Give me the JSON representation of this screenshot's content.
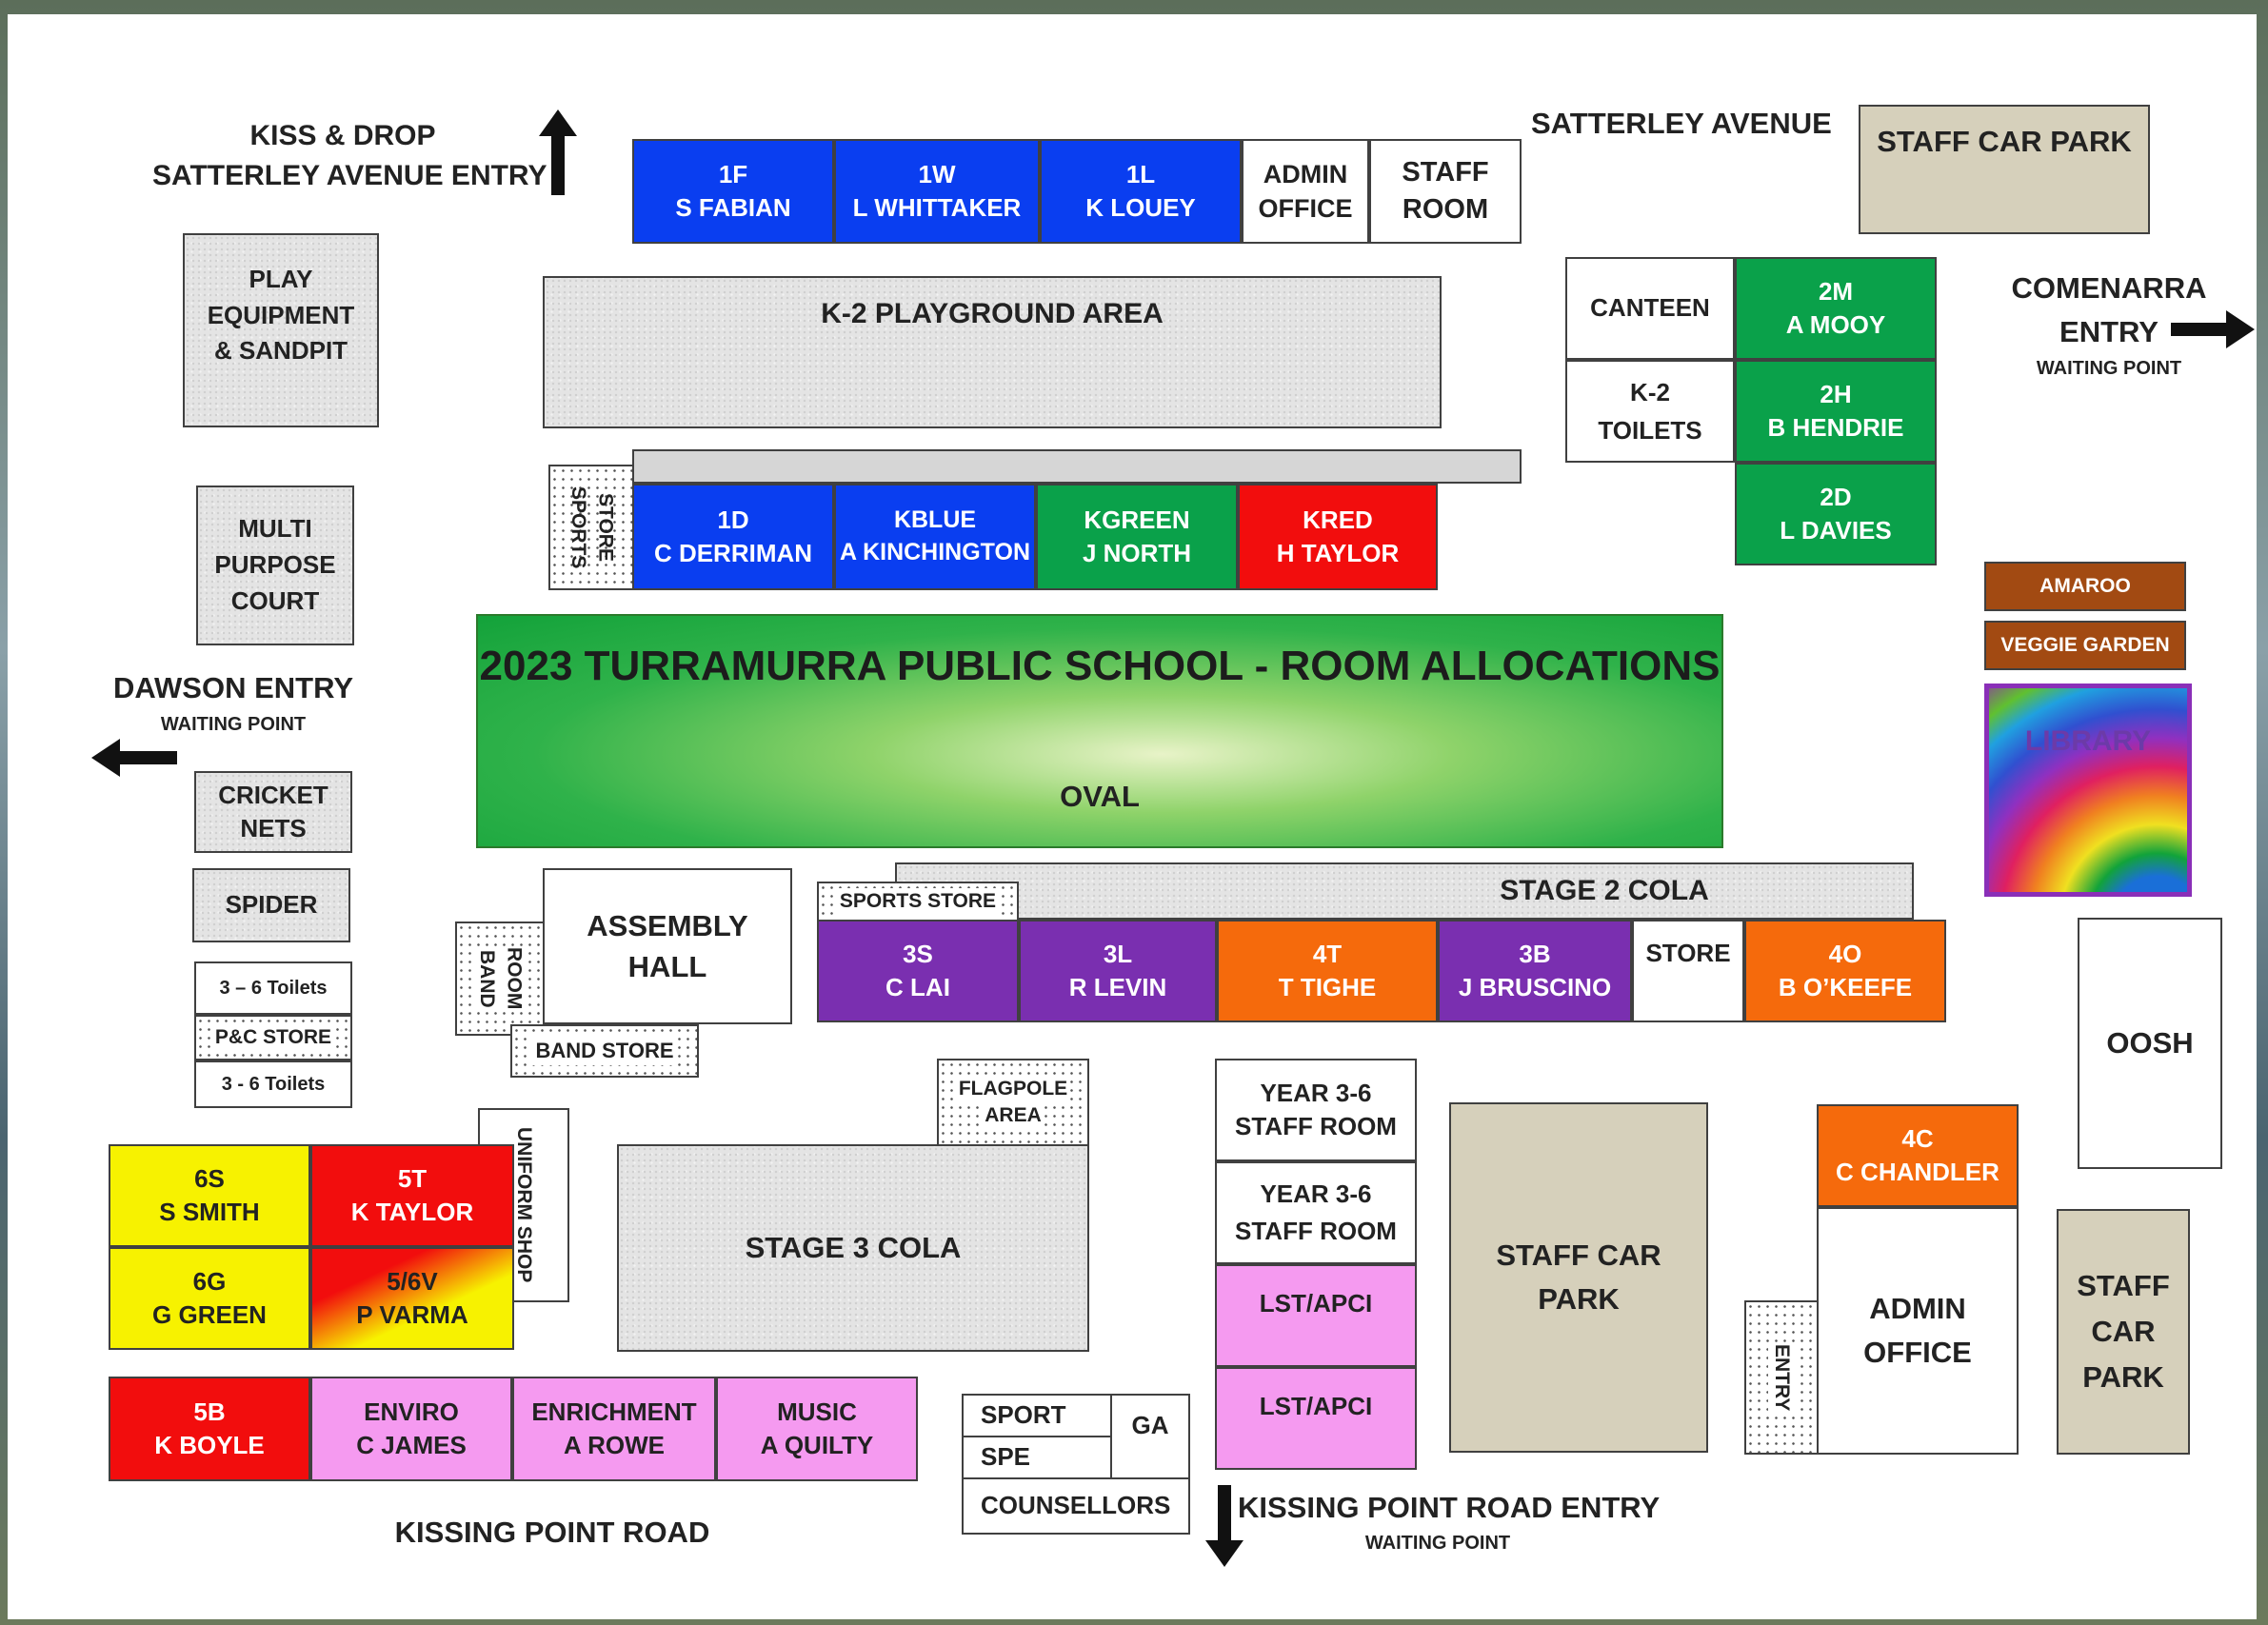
{
  "title": "2023 TURRAMURRA PUBLIC SCHOOL - ROOM ALLOCATIONS",
  "oval": "OVAL",
  "streets": {
    "kiss_drop_1": "KISS & DROP",
    "kiss_drop_2": "SATTERLEY AVENUE ENTRY",
    "satterley": "SATTERLEY AVENUE",
    "comenarra": "COMENARRA",
    "comenarra_entry": "ENTRY",
    "comenarra_wait": "WAITING POINT",
    "dawson": "DAWSON ENTRY",
    "dawson_wait": "WAITING POINT",
    "kissing_road": "KISSING POINT ROAD",
    "kissing_entry": "KISSING POINT ROAD ENTRY",
    "kissing_wait": "WAITING POINT"
  },
  "top_row": [
    {
      "code": "1F",
      "teacher": "S FABIAN"
    },
    {
      "code": "1W",
      "teacher": "L WHITTAKER"
    },
    {
      "code": "1L",
      "teacher": "K LOUEY"
    }
  ],
  "admin_top": [
    "ADMIN",
    "OFFICE"
  ],
  "staff_room_top": [
    "STAFF",
    "ROOM"
  ],
  "staff_car_park_top": "STAFF CAR PARK",
  "play_equipment": [
    "PLAY",
    "EQUIPMENT",
    "& SANDPIT"
  ],
  "k2_playground": "K-2 PLAYGROUND AREA",
  "multi_court": [
    "MULTI",
    "PURPOSE",
    "COURT"
  ],
  "sports_store_v": [
    "SPORTS",
    "STORE"
  ],
  "k_row": [
    {
      "code": "1D",
      "teacher": "C DERRIMAN"
    },
    {
      "code": "KBLUE",
      "teacher": "A KINCHINGTON"
    },
    {
      "code": "KGREEN",
      "teacher": "J NORTH"
    },
    {
      "code": "KRED",
      "teacher": "H TAYLOR"
    }
  ],
  "canteen": "CANTEEN",
  "k2_toilets": [
    "K-2",
    "TOILETS"
  ],
  "grade2": [
    {
      "code": "2M",
      "teacher": "A MOOY"
    },
    {
      "code": "2H",
      "teacher": "B HENDRIE"
    },
    {
      "code": "2D",
      "teacher": "L DAVIES"
    }
  ],
  "amaroo": "AMAROO",
  "veggie": "VEGGIE GARDEN",
  "library": "LIBRARY",
  "cricket_nets": [
    "CRICKET",
    "NETS"
  ],
  "spider": "SPIDER",
  "toilets_36a": "3 – 6 Toilets",
  "pc_store": "P&C STORE",
  "toilets_36b": "3 - 6 Toilets",
  "band_room": [
    "BAND",
    "ROOM"
  ],
  "assembly_hall": [
    "ASSEMBLY",
    "HALL"
  ],
  "band_store": "BAND STORE",
  "sports_store_h": "SPORTS STORE",
  "stage2_cola": "STAGE 2 COLA",
  "stage2_row": [
    {
      "code": "3S",
      "teacher": "C LAI"
    },
    {
      "code": "3L",
      "teacher": "R LEVIN"
    },
    {
      "code": "4T",
      "teacher": "T TIGHE"
    },
    {
      "code": "3B",
      "teacher": "J BRUSCINO"
    }
  ],
  "store": "STORE",
  "room_4o": {
    "code": "4O",
    "teacher": "B O’KEEFE"
  },
  "oosh": "OOSH",
  "flagpole": [
    "FLAGPOLE",
    "AREA"
  ],
  "stage3_cola": "STAGE 3 COLA",
  "uniform_shop": "UNIFORM SHOP",
  "year36_a": [
    "YEAR 3-6",
    "STAFF ROOM"
  ],
  "year36_b": [
    "YEAR 3-6",
    "STAFF ROOM"
  ],
  "lst_a": "LST/APCI",
  "lst_b": "LST/APCI",
  "staff_car_park_mid": [
    "STAFF CAR",
    "PARK"
  ],
  "room_4c": {
    "code": "4C",
    "teacher": "C CHANDLER"
  },
  "admin_bottom": [
    "ADMIN",
    "OFFICE"
  ],
  "entry_v": "ENTRY",
  "staff_car_park_right": [
    "STAFF",
    "CAR",
    "PARK"
  ],
  "grade56": [
    {
      "code": "6S",
      "teacher": "S SMITH"
    },
    {
      "code": "5T",
      "teacher": "K TAYLOR"
    },
    {
      "code": "6G",
      "teacher": "G GREEN"
    },
    {
      "code": "5/6V",
      "teacher": "P VARMA"
    }
  ],
  "bottom_row": [
    {
      "code": "5B",
      "teacher": "K BOYLE"
    },
    {
      "code": "ENVIRO",
      "teacher": "C JAMES"
    },
    {
      "code": "ENRICHMENT",
      "teacher": "A ROWE"
    },
    {
      "code": "MUSIC",
      "teacher": "A QUILTY"
    }
  ],
  "sport": "SPORT",
  "spe": "SPE",
  "ga": "GA",
  "counsellors": "COUNSELLORS",
  "colors": {
    "blue": "#0a3ef0",
    "green": "#0aa14a",
    "red": "#f20d0d",
    "purple": "#7a2fb0",
    "orange": "#f56a0c",
    "yellow": "#f7f200",
    "pink": "#f59af0",
    "tan": "#d6d0bb",
    "brown": "#a24a12"
  },
  "icons": [
    "arrow-up-icon",
    "arrow-right-icon",
    "arrow-left-icon",
    "arrow-down-icon"
  ]
}
